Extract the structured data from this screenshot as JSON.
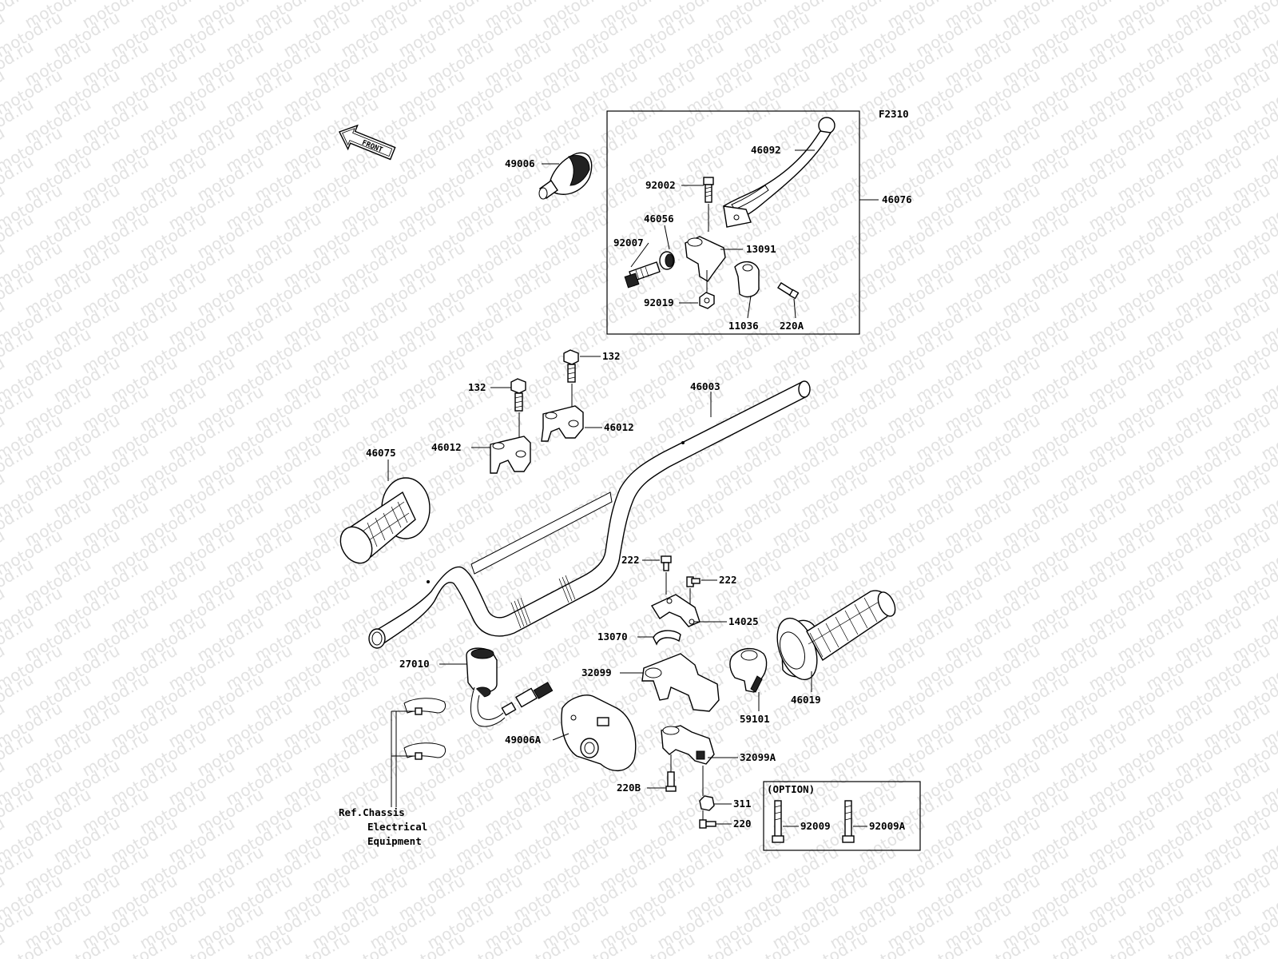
{
  "watermark": {
    "text": "motod.ru"
  },
  "figure_code": "F2310",
  "front_arrow": {
    "label": "FRONT"
  },
  "option_box": {
    "title": "(OPTION)"
  },
  "ref_note": {
    "line1": "Ref.Chassis",
    "line2": "Electrical",
    "line3": "Equipment"
  },
  "parts": {
    "p49006": "49006",
    "p46092": "46092",
    "p92002": "92002",
    "p46056": "46056",
    "p46076": "46076",
    "p92007": "92007",
    "p13091": "13091",
    "p92019": "92019",
    "p11036": "11036",
    "p220A": "220A",
    "p132a": "132",
    "p132b": "132",
    "p46003": "46003",
    "p46012a": "46012",
    "p46012b": "46012",
    "p46075": "46075",
    "p222a": "222",
    "p222b": "222",
    "p14025": "14025",
    "p13070": "13070",
    "p27010": "27010",
    "p32099": "32099",
    "p59101": "59101",
    "p46019": "46019",
    "p49006A": "49006A",
    "p32099A": "32099A",
    "p220B": "220B",
    "p311": "311",
    "p220": "220",
    "p92009": "92009",
    "p92009A": "92009A"
  }
}
